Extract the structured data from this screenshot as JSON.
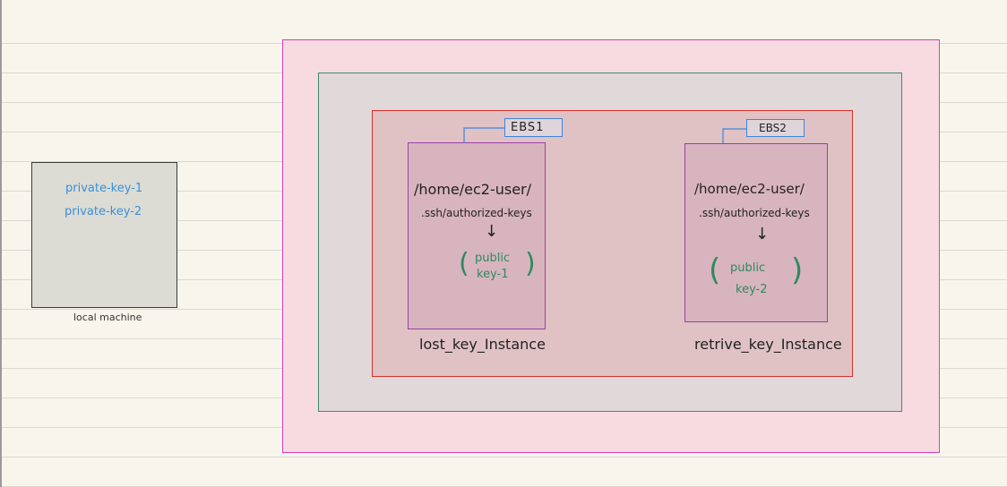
{
  "local_machine": {
    "keys": [
      "private-key-1",
      "private-key-2"
    ],
    "label": "local machine"
  },
  "instances": [
    {
      "ebs_label": "EBS1",
      "path_line1": "/home/ec2-user/",
      "path_line2": ".ssh/authorized-keys",
      "arrow": "↓",
      "public_key_line1": "public",
      "public_key_line2": "key-1",
      "label": "lost_key_Instance"
    },
    {
      "ebs_label": "EBS2",
      "path_line1": "/home/ec2-user/",
      "path_line2": ".ssh/authorized-keys",
      "arrow": "↓",
      "public_key_line1": "public",
      "public_key_line2": "key-2",
      "label": "retrive_key_Instance"
    }
  ],
  "colors": {
    "outer_border": "#d63fb8",
    "outer_fill": "#f7dbe0",
    "middle_border": "#3f8a6e",
    "middle_fill": "#e1d8d9",
    "inner_border": "#d8302e",
    "inner_fill": "#e0c2c5",
    "instance_border": "#9a3ea8",
    "instance_fill": "#d8b4bf",
    "ebs_border": "#3d86d8",
    "key_text": "#2f8a5e",
    "local_fill": "#dcdcd4",
    "local_key_text": "#3a8fd8"
  }
}
